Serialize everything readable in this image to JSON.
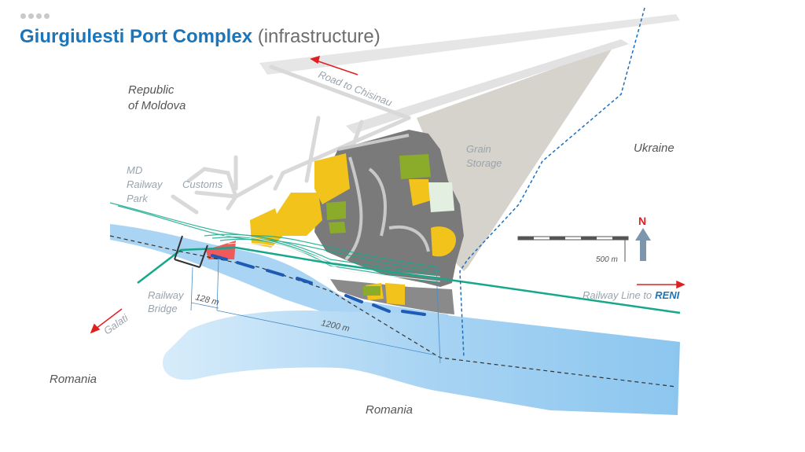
{
  "header": {
    "title_bold": "Giurgiulesti Port Complex",
    "title_rest": "(infrastructure)"
  },
  "map": {
    "labels": {
      "moldova_1": "Republic",
      "moldova_2": "of Moldova",
      "ukraine": "Ukraine",
      "romania_west": "Romania",
      "romania_south": "Romania",
      "road": "Road to Chisinau",
      "grain_1": "Grain",
      "grain_2": "Storage",
      "md_1": "MD",
      "md_2": "Railway",
      "md_3": "Park",
      "customs": "Customs",
      "bridge_1": "Railway",
      "bridge_2": "Bridge",
      "galati": "Galati",
      "railway_line_prefix": "Railway Line to",
      "railway_line_dest": "RENI",
      "dist_128": "128 m",
      "dist_1200": "1200 m",
      "scale": "500 m",
      "north": "N"
    },
    "colors": {
      "water": "#a9d4f3",
      "water_dark": "#8cc6ef",
      "industrial": "#7a7a7a",
      "storage": "#f2c31a",
      "green": "#8aac2a",
      "ukraine_zone": "#d6d3cd",
      "railway": "#17a88b",
      "arrow": "#e02020",
      "berth": "#1e5bb5",
      "title_blue": "#1b75bb"
    }
  }
}
